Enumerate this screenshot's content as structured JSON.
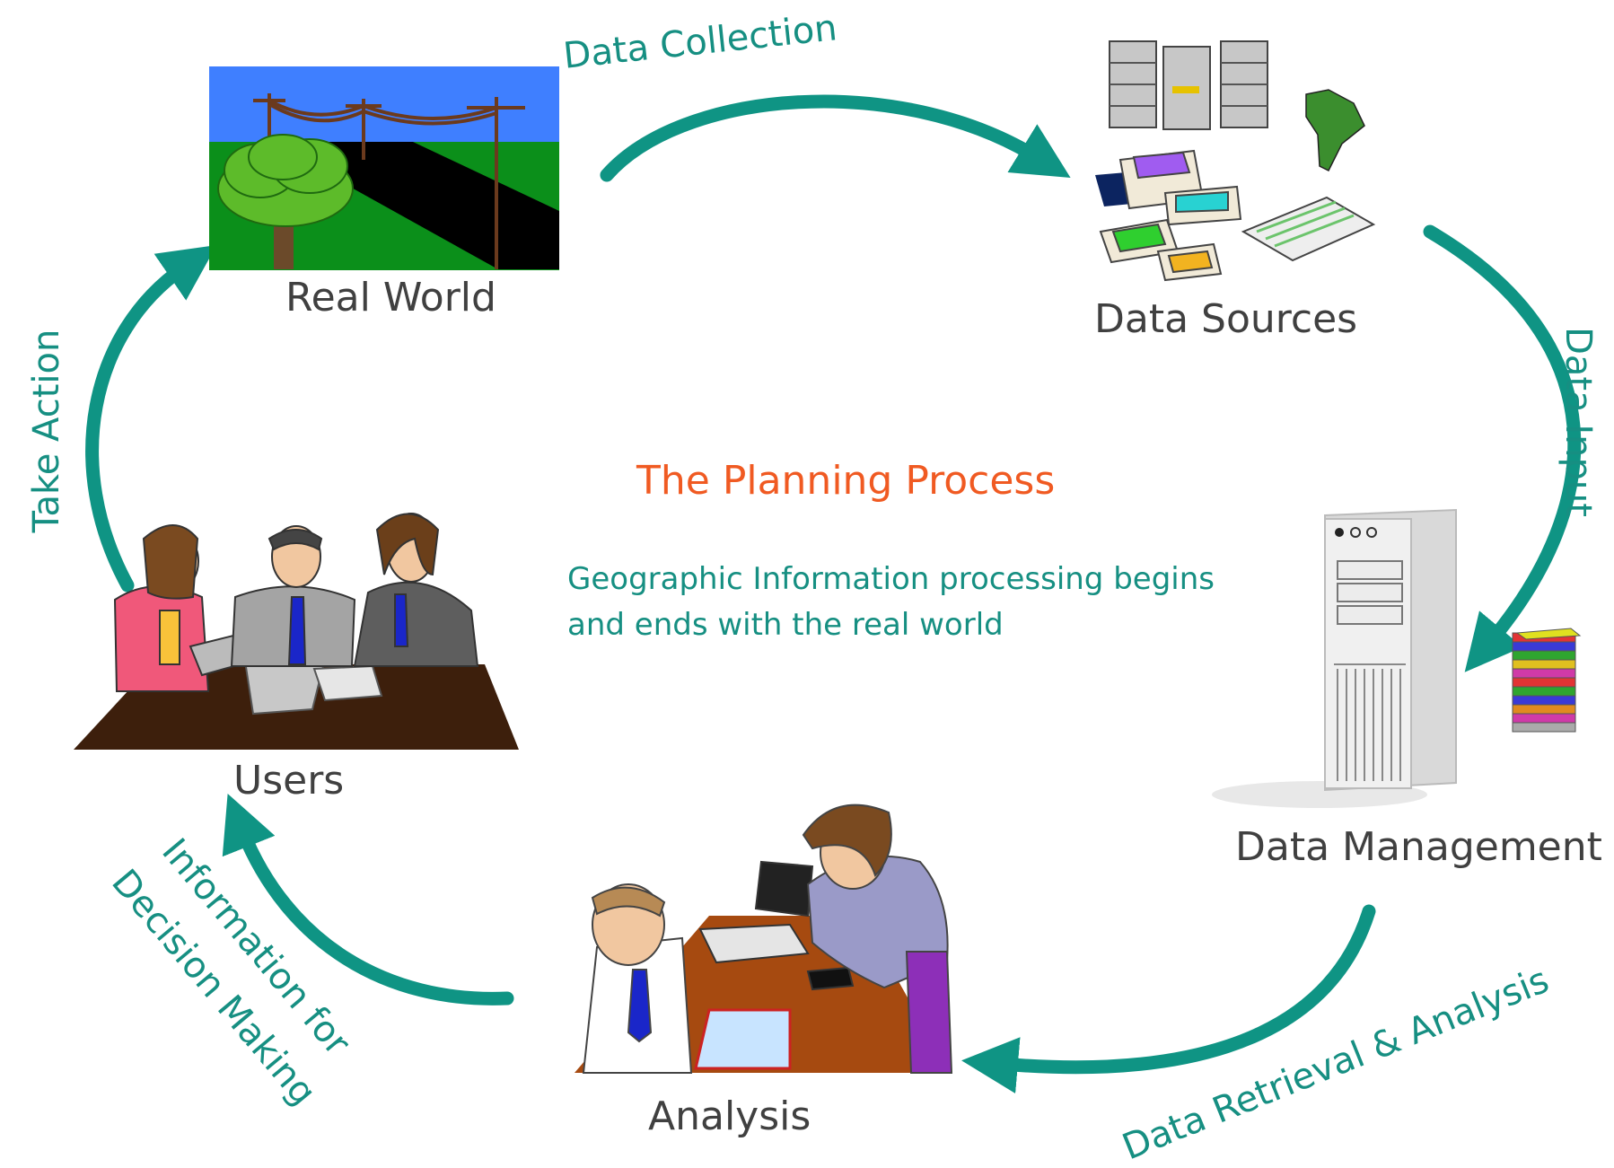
{
  "diagram": {
    "title": "The Planning Process",
    "description_lines": [
      "Geographic Information processing begins",
      "and ends with the real world"
    ],
    "nodes": {
      "real_world": "Real World",
      "data_sources": "Data Sources",
      "data_management": "Data Management",
      "analysis": "Analysis",
      "users": "Users"
    },
    "arrows": {
      "data_collection": "Data  Collection",
      "data_input": "Data  Input",
      "data_retrieval": "Data Retrieval & Analysis",
      "information_line1": "Information for",
      "information_line2": "Decision Making",
      "take_action": "Take Action"
    },
    "colors": {
      "arrow": "#0f9484",
      "arrow_label": "#168f82",
      "title": "#f05a22",
      "node_label": "#404040"
    }
  }
}
